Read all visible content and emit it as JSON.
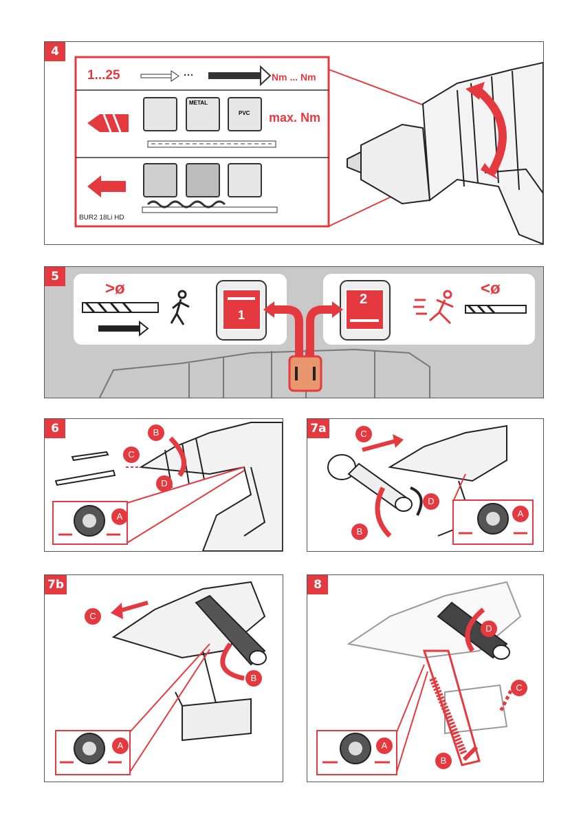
{
  "panels": {
    "p4": {
      "badge": "4",
      "torque_range": "1...25",
      "dots": "···",
      "nm_label": "Nm ... Nm",
      "material_labels": {
        "metal": "METAL",
        "pvc": "PVC"
      },
      "max_nm": "max. Nm",
      "model": "BUR2 18Li HD"
    },
    "p5": {
      "badge": "5",
      "left_symbol": ">ø",
      "right_symbol": "<ø",
      "gear1": "1",
      "gear2": "2"
    },
    "p6": {
      "badge": "6",
      "labels": [
        "B",
        "C",
        "D",
        "A"
      ]
    },
    "p7a": {
      "badge": "7a",
      "labels": [
        "C",
        "D",
        "B",
        "A"
      ]
    },
    "p7b": {
      "badge": "7b",
      "labels": [
        "C",
        "B",
        "A"
      ]
    },
    "p8": {
      "badge": "8",
      "labels": [
        "D",
        "C",
        "A",
        "B"
      ]
    }
  },
  "colors": {
    "accent": "#e43a3f",
    "line": "#333333",
    "panel_bg_grey": "#c9c9c9"
  }
}
